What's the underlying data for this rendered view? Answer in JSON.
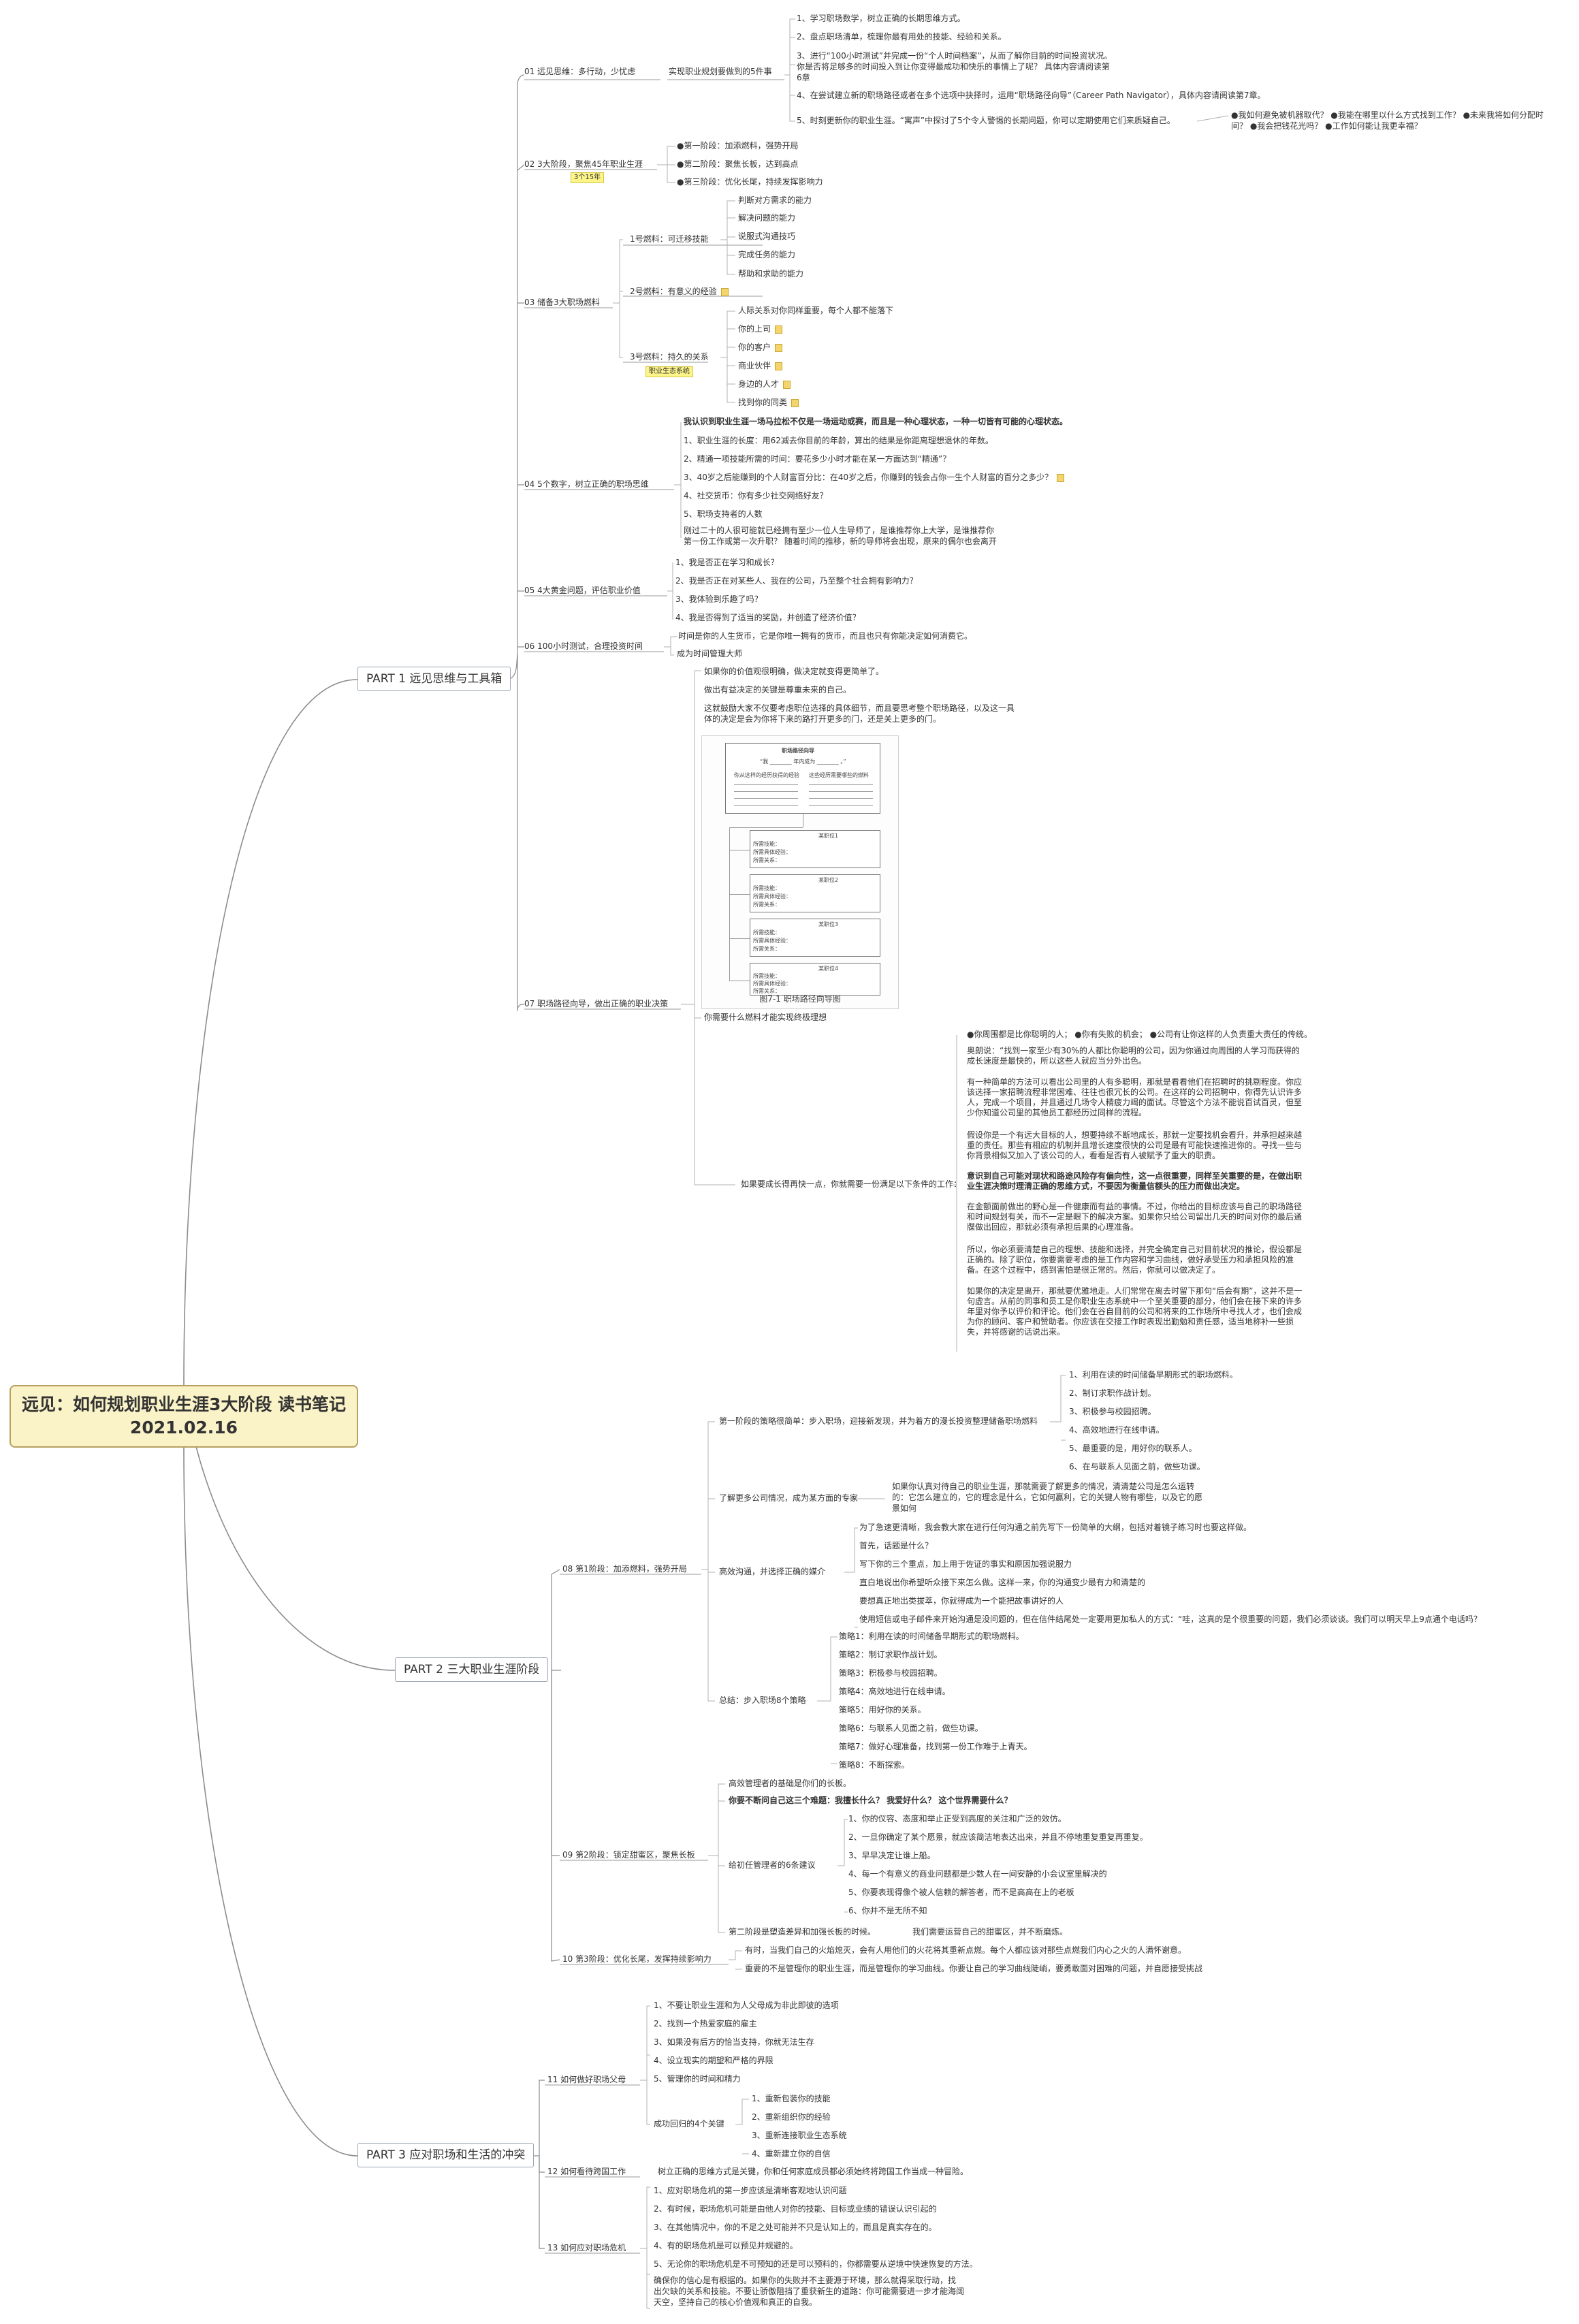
{
  "root": {
    "line1": "远见：如何规划职业生涯3大阶段 读书笔记",
    "line2": "2021.02.16"
  },
  "part1": {
    "label": "PART 1 远见思维与工具箱",
    "s01": {
      "label": "01 远见思维：多行动，少忧虑",
      "sub": "实现职业规划要做到的5件事",
      "items": [
        "1、学习职场数学，树立正确的长期思维方式。",
        "2、盘点职场清单，梳理你最有用处的技能、经验和关系。",
        "3、进行“100小时测试”并完成一份“个人时间档案”，从而了解你目前的时间投资状况。",
        "你是否将足够多的时间投入到让你变得最成功和快乐的事情上了呢？ 具体内容请阅读第",
        "6章",
        "4、在尝试建立新的职场路径或者在多个选项中抉择时，运用“职场路径向导”（Career Path Navigator），具体内容请阅读第7章。",
        "5、时刻更新你的职业生涯。“寓声”中探讨了5个令人警惕的长期问题，你可以定期使用它们来质疑自己。"
      ],
      "q1": "●我如何避免被机器取代？ ●我能在哪里以什么方式找到工作？ ●未来我将如何分配时",
      "q2": "间？ ●我会把钱花光吗？ ●工作如何能让我更幸福？"
    },
    "s02": {
      "label": "02 3大阶段，聚焦45年职业生涯",
      "tag": "3个15年",
      "items": [
        "●第一阶段：加添燃料，强势开局",
        "●第二阶段：聚焦长板，达到高点",
        "●第三阶段：优化长尾，持续发挥影响力"
      ]
    },
    "s03": {
      "label": "03 储备3大职场燃料",
      "f1": {
        "label": "1号燃料：可迁移技能",
        "items": [
          "判断对方需求的能力",
          "解决问题的能力",
          "说服式沟通技巧",
          "完成任务的能力",
          "帮助和求助的能力"
        ]
      },
      "f2": {
        "label": "2号燃料：有意义的经验"
      },
      "f3": {
        "label": "3号燃料：持久的关系",
        "tag": "职业生态系统",
        "head": "人际关系对你同样重要，每个人都不能落下",
        "items": [
          "你的上司",
          "你的客户",
          "商业伙伴",
          "身边的人才",
          "找到你的同类"
        ]
      }
    },
    "s04": {
      "label": "04 5个数字，树立正确的职场思维",
      "head": "我认识到职业生涯一场马拉松不仅是一场运动或赛，而且是一种心理状态，一种一切皆有可能的心理状态。",
      "items": [
        "1、职业生涯的长度：用62减去你目前的年龄，算出的结果是你距离理想退休的年数。",
        "2、精通一项技能所需的时间：要花多少小时才能在某一方面达到“精通”？",
        "3、40岁之后能赚到的个人财富百分比：在40岁之后，你赚到的钱会占你一生个人财富的百分之多少？",
        "4、社交货币：你有多少社交网络好友？",
        "5、职场支持者的人数"
      ],
      "p1": "刚过二十的人很可能就已经拥有至少一位人生导师了，是谁推荐你上大学，是谁推荐你",
      "p2": "第一份工作或第一次升职？ 随着时间的推移，新的导师将会出现，原来的偶尔也会离开"
    },
    "s05": {
      "label": "05 4大黄金问题，评估职业价值",
      "items": [
        "1、我是否正在学习和成长？",
        "2、我是否正在对某些人、我在的公司，乃至整个社会拥有影响力？",
        "3、我体验到乐趣了吗？",
        "4、我是否得到了适当的奖励，并创造了经济价值？"
      ]
    },
    "s06": {
      "label": "06 100小时测试，合理投资时间",
      "items": [
        "时间是你的人生货币，它是你唯一拥有的货币，而且也只有你能决定如何消费它。",
        "成为时间管理大师"
      ]
    },
    "s07": {
      "label": "07 职场路径向导，做出正确的职业决策",
      "top": [
        "如果你的价值观很明确，做决定就变得更简单了。",
        "做出有益决定的关键是尊重未来的自己。",
        "这就鼓励大家不仅要考虑职位选择的具体细节，而且要思考整个职场路径，以及这一具",
        "体的决定是会为你将下来的路打开更多的门，还是关上更多的门。"
      ],
      "figure_caption": "图7-1 职场路径向导图",
      "mid": "你需要什么燃料才能实现终极理想",
      "bottom_label": "如果要成长得再快一点，你就需要一份满足以下条件的工作：",
      "b1": "●你周围都是比你聪明的人； ●你有失败的机会； ●公司有让你这样的人负责重大责任的传统。",
      "paras": [
        "奥朗说：“找到一家至少有30%的人都比你聪明的公司，因为你通过向周围的人学习而获得的成长速度是最快的，所以这些人就应当分外出色。",
        "有一种简单的方法可以看出公司里的人有多聪明，那就是看看他们在招聘时的挑剔程度。你应该选择一家招聘流程非常困难、往往也很冗长的公司。在这样的公司招聘中，你得先认识许多人，完成一个项目，并且通过几场令人精疲力竭的面试。尽管这个方法不能说百试百灵，但至少你知道公司里的其他员工都经历过同样的流程。",
        "假设你是一个有远大目标的人，想要持续不断地成长，那就一定要找机会看升，并承担越来越重的责任。那些有相应的机制并且增长速度很快的公司是最有可能快速推进你的。寻找一些与你背景相似又加入了该公司的人，看看是否有人被赋予了重大的职责。",
        "意识到自己可能对现状和路途风险存有偏向性，这一点很重要，同样至关重要的是，在做出职业生涯决策时理清正确的思维方式，不要因为衡量信额头的压力而做出决定。",
        "在金额面前做出的野心是一件健康而有益的事情。不过，你给出的目标应该与自己的职场路径和时间规划有关，而不一定是眼下的解决方案。如果你只给公司留出几天的时间对你的最后通牒做出回应，那就必须有承担后果的心理准备。",
        "所以，你必须要清楚自己的理想、技能和选择，并完全确定自己对目前状况的推论，假设都是正确的。除了职位，你要需要考虑的是工作内容和学习曲线，做好承受压力和承担风险的准备。在这个过程中，感到害怕是很正常的。然后，你就可以做决定了。",
        "如果你的决定是离开，那就要优雅地走。人们常常在离去时留下那句“后会有期”，这并不是一句虚言。从前的同事和员工是你职业生态系统中一个至关重要的部分，他们会在接下来的许多年里对你予以评价和评论。他们会在谷自目前的公司和将来的工作场所中寻找人才，也们会成为你的顾问、客户和赞助者。你应该在交接工作时表现出勤勉和责任感，适当地称补一些损失，并将感谢的话说出来。"
      ]
    }
  },
  "part2": {
    "label": "PART 2 三大职业生涯阶段",
    "s08": {
      "label": "08 第1阶段：加添燃料，强势开局",
      "g1": {
        "label": "第一阶段的策略很简单：步入职场，迎接新发现，并为着方的漫长投资整理储备职场燃料",
        "items": [
          "1、利用在读的时间储备早期形式的职场燃料。",
          "2、制订求职作战计划。",
          "3、积极参与校园招聘。",
          "4、高效地进行在线申请。",
          "5、最重要的是，用好你的联系人。",
          "6、在与联系人见面之前，做些功课。"
        ]
      },
      "g2": {
        "label": "了解更多公司情况，成为某方面的专家",
        "p": [
          "如果你认真对待自己的职业生涯，那就需要了解更多的情况，清清楚公司是怎么运转",
          "的：它怎么建立的，它的理念是什么，它如何赢利，它的关键人物有哪些，以及它的愿",
          "景如何"
        ]
      },
      "g3": {
        "label": "高效沟通，并选择正确的媒介",
        "items": [
          "为了急速更清晰，我会教大家在进行任何沟通之前先写下一份简单的大纲，包括对着镜子练习时也要这样做。",
          "首先，话题是什么？",
          "写下你的三个重点，加上用于佐证的事实和原因加强说服力",
          "直白地说出你希望听众接下来怎么做。这样一来，你的沟通变少最有力和清楚的",
          "要想真正地出类拔萃，你就得成为一个能把故事讲好的人",
          "使用短信或电子邮件来开始沟通是没问题的，但在信件结尾处一定要用更加私人的方式：“哇，这真的是个很重要的问题，我们必须谈谈。我们可以明天早上9点通个电话吗？"
        ]
      },
      "g4": {
        "label": "总结：步入职场8个策略",
        "items": [
          "策略1：利用在读的时间储备早期形式的职场燃料。",
          "策略2：制订求职作战计划。",
          "策略3：积极参与校园招聘。",
          "策略4：高效地进行在线申请。",
          "策略5：用好你的关系。",
          "策略6：与联系人见面之前，做些功课。",
          "策略7：做好心理准备，找到第一份工作难于上青天。",
          "策略8：不断探索。"
        ]
      }
    },
    "s09": {
      "label": "09 第2阶段：锁定甜蜜区，聚焦长板",
      "top": "高效管理者的基础是你们的长板。",
      "bold": "你要不断问自己这三个难题：我擅长什么？ 我爱好什么？ 这个世界需要什么？",
      "sub": "给初任管理者的6条建议",
      "items": [
        "1、你的仪容、态度和举止正受到高度的关注和广泛的效仿。",
        "2、一旦你确定了某个愿景，就应该简洁地表达出来，并且不停地重复重复再重复。",
        "3、早早决定让谁上船。",
        "4、每一个有意义的商业问题都是少数人在一间安静的小会议室里解决的",
        "5、你要表现得像个被人信赖的解答者，而不是高高在上的老板",
        "6、你并不是无所不知"
      ],
      "end": [
        "第二阶段是塑造差异和加强长板的时候。",
        "我们需要运营自己的甜蜜区，并不断磨炼。"
      ]
    },
    "s10": {
      "label": "10 第3阶段：优化长尾，发挥持续影响力",
      "items": [
        "有时，当我们自己的火焰熄灭，会有人用他们的火花将其重新点燃。每个人都应该对那些点燃我们内心之火的人满怀谢意。",
        "重要的不是管理你的职业生涯，而是管理你的学习曲线。你要让自己的学习曲线陡峭，要勇敢面对困难的问题，并自愿接受挑战"
      ]
    }
  },
  "part3": {
    "label": "PART 3 应对职场和生活的冲突",
    "s11": {
      "label": "11 如何做好职场父母",
      "items": [
        "1、不要让职业生涯和为人父母成为非此即彼的选项",
        "2、找到一个热爱家庭的雇主",
        "3、如果没有后方的恰当支持，你就无法生存",
        "4、设立现实的期望和严格的界限",
        "5、管理你的时间和精力"
      ],
      "sub": "成功回归的4个关键",
      "keys": [
        "1、重新包装你的技能",
        "2、重新组织你的经验",
        "3、重新连接职业生态系统",
        "4、重新建立你的自信"
      ]
    },
    "s12": {
      "label": "12 如何看待跨国工作",
      "text": "树立正确的思维方式是关键，你和任何家庭成员都必须始终将跨国工作当成一种冒险。"
    },
    "s13": {
      "label": "13 如何应对职场危机",
      "items": [
        "1、应对职场危机的第一步应该是清晰客观地认识问题",
        "2、有时候，职场危机可能是由他人对你的技能、目标或业绩的错误认识引起的",
        "3、在其他情况中，你的不足之处可能并不只是认知上的，而且是真实存在的。",
        "4、有的职场危机是可以预见并规避的。",
        "5、无论你的职场危机是不可预知的还是可以预料的，你都需要从逆境中快速恢复的方法。"
      ],
      "p": [
        "确保你的信心是有根据的。如果你的失败并不主要源于环境，那么就得采取行动，找",
        "出欠缺的关系和技能。不要让骄傲阻挡了重获新生的道路：你可能需要进一步才能海阔",
        "天空，坚持自己的核心价值观和真正的自我。"
      ]
    }
  },
  "figure": {
    "title": "职场路径向导",
    "subtitle": "“我 ________ 年内成为 ________ 。”",
    "col1": "你从这样的经历获得的经验",
    "col2": "这些经历需要哪些的燃料",
    "row1": "某职位1",
    "row2": "某职位2",
    "row3": "某职位3",
    "row4": "某职位4",
    "f1": "所需技能：",
    "f2": "所需具体经验：",
    "f3": "所需关系："
  }
}
